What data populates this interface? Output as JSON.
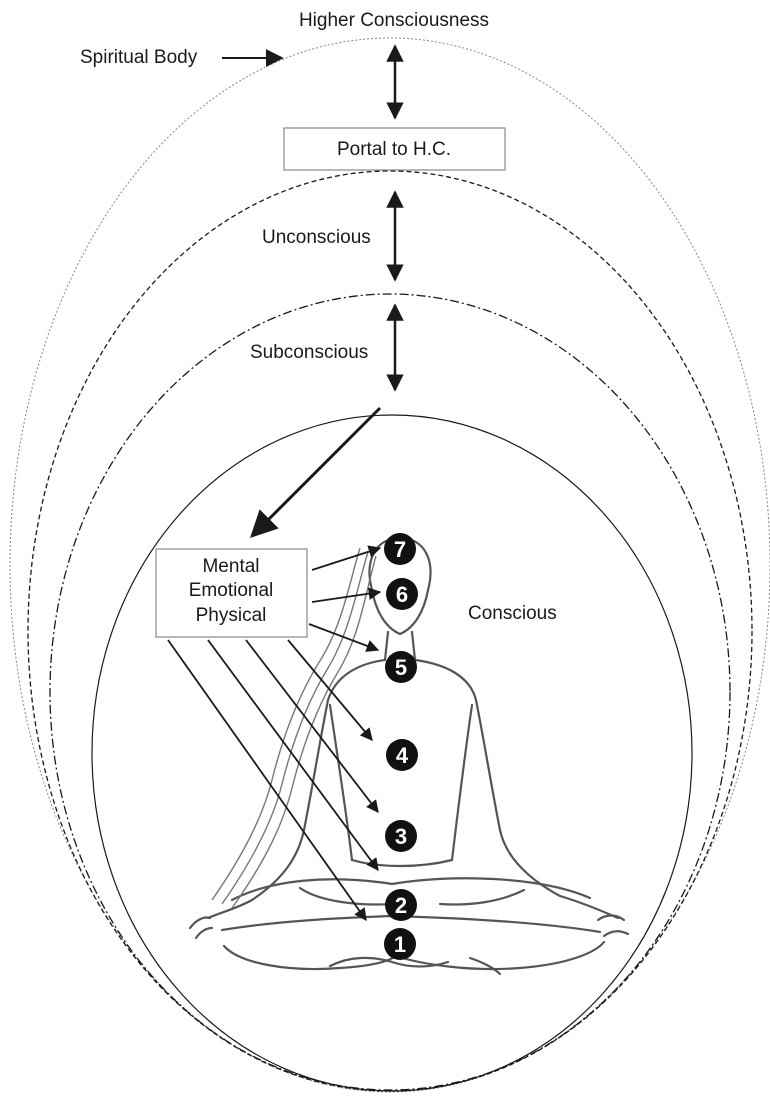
{
  "labels": {
    "higher_consciousness": "Higher Consciousness",
    "spiritual_body": "Spiritual Body",
    "portal": "Portal to H.C.",
    "unconscious": "Unconscious",
    "subconscious": "Subconscious",
    "conscious": "Conscious",
    "mental": "Mental",
    "emotional": "Emotional",
    "physical": "Physical"
  },
  "chakras": [
    "7",
    "6",
    "5",
    "4",
    "3",
    "2",
    "1"
  ],
  "colors": {
    "line": "#1a1a1a",
    "figure": "#555555",
    "box_border": "#888888",
    "chakra_fill": "#111111"
  }
}
